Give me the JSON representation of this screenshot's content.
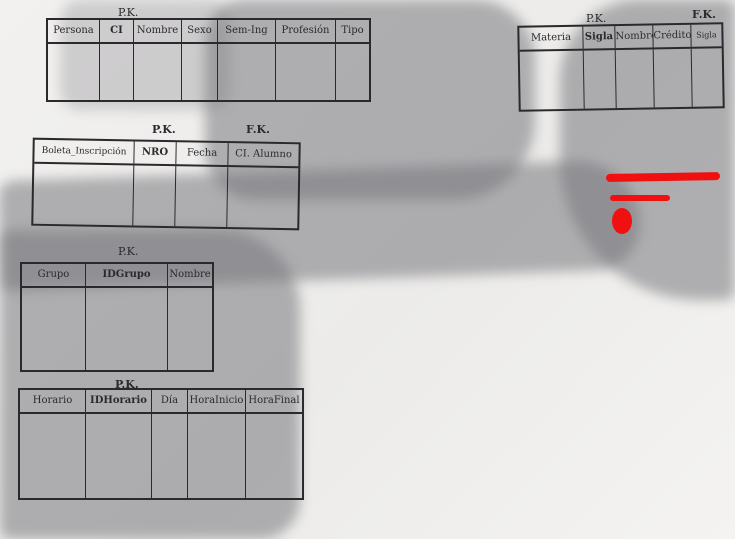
{
  "marks": {
    "pk1": "P.K.",
    "pk_materia": "P.K.",
    "fk_materia": "F.K.",
    "pk_boleta": "P.K.",
    "fk_boleta": "F.K.",
    "pk_grupo": "P.K.",
    "pk_horario": "P.K."
  },
  "tables": {
    "persona": [
      "Persona",
      "CI",
      "Nombre",
      "Sexo",
      "Sem-Ing",
      "Profesión",
      "Tipo"
    ],
    "materia": [
      "Materia",
      "Sigla",
      "Nombre",
      "Crédito",
      "Sigla"
    ],
    "boleta": [
      "Boleta_Inscripción",
      "NRO",
      "Fecha",
      "CI. Alumno"
    ],
    "grupo": [
      "Grupo",
      "IDGrupo",
      "Nombre"
    ],
    "horario": [
      "Horario",
      "IDHorario",
      "Día",
      "HoraInicio",
      "HoraFinal"
    ]
  },
  "colors": {
    "ink": "#2a2a2e",
    "redaction": "#f01010",
    "paper": "#f2f1ef"
  }
}
